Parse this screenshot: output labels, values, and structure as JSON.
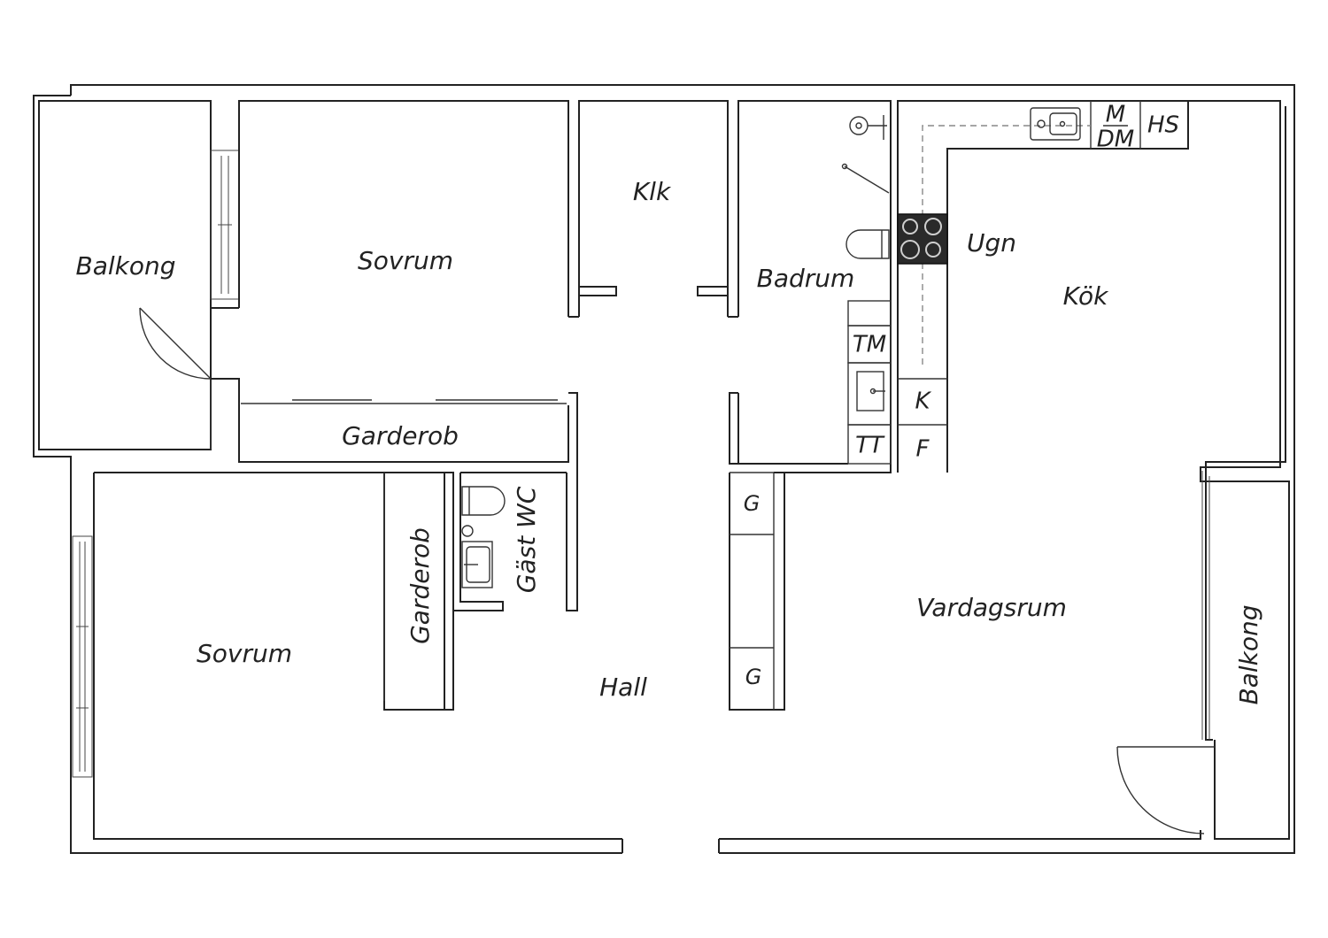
{
  "rooms": {
    "balcony_west": "Balkong",
    "bedroom_north": "Sovrum",
    "closet_klk": "Klk",
    "bathroom": "Badrum",
    "oven": "Ugn",
    "kitchen": "Kök",
    "wardrobe_north": "Garderob",
    "wardrobe_south": "Garderob",
    "guest_wc": "Gäst WC",
    "bedroom_south": "Sovrum",
    "hall": "Hall",
    "living_room": "Vardagsrum",
    "balcony_east": "Balkong"
  },
  "appliances": {
    "microwave": "M",
    "dishwasher": "DM",
    "high_cabinet": "HS",
    "washing_machine": "TM",
    "dryer": "TT",
    "fridge": "K",
    "freezer": "F",
    "wardrobe_top": "G",
    "wardrobe_bottom": "G"
  },
  "icons": {
    "fixtures": [
      "toilet-icon",
      "sink-icon",
      "shower-icon",
      "hob-icon",
      "kitchen-sink-icon",
      "door-swing-icon",
      "window-icon"
    ]
  }
}
